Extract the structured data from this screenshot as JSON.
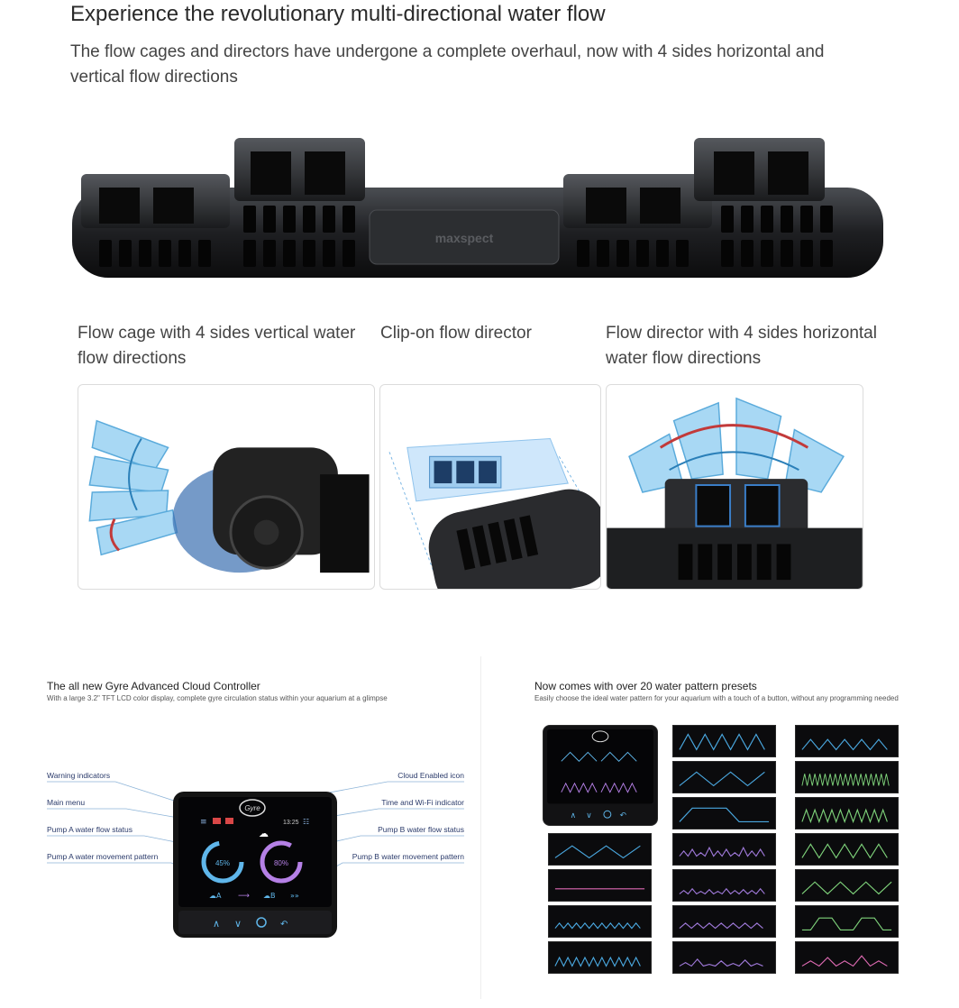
{
  "hero": {
    "title": "Experience the revolutionary multi-directional water flow",
    "subtitle": "The flow cages and directors have undergone a complete overhaul, now with 4 sides horizontal and vertical flow directions"
  },
  "pump": {
    "brand": "maxspect"
  },
  "features": [
    {
      "label": "Flow cage with 4 sides vertical water flow directions"
    },
    {
      "label": "Clip-on flow director"
    },
    {
      "label": "Flow director with 4 sides horizontal water flow directions"
    }
  ],
  "controller": {
    "title": "The all new Gyre Advanced Cloud Controller",
    "subtitle": "With a large 3.2\" TFT LCD color display, complete gyre circulation status within your aquarium at a glimpse",
    "callouts_left": [
      "Warning indicators",
      "Main menu",
      "Pump A water flow status",
      "Pump A water movement pattern"
    ],
    "callouts_right": [
      "Cloud Enabled icon",
      "Time and Wi-Fi indicator",
      "Pump B water flow status",
      "Pump B water movement pattern"
    ],
    "screen": {
      "time": "13:25",
      "pump_a_pct": "45%",
      "pump_b_pct": "80%",
      "logo": "Gyre"
    }
  },
  "patterns": {
    "title": "Now comes with over 20 water pattern presets",
    "subtitle": "Easily choose the ideal water pattern for your aquarium with a touch of a button, without any programming needed"
  },
  "colors": {
    "accent_blue": "#5fb6ea",
    "accent_purple": "#b580e6",
    "pattern_blue": "#4aa8e0",
    "pattern_purple": "#9f79d9",
    "pattern_green": "#7ed27a",
    "pattern_pink": "#e06bb4"
  }
}
